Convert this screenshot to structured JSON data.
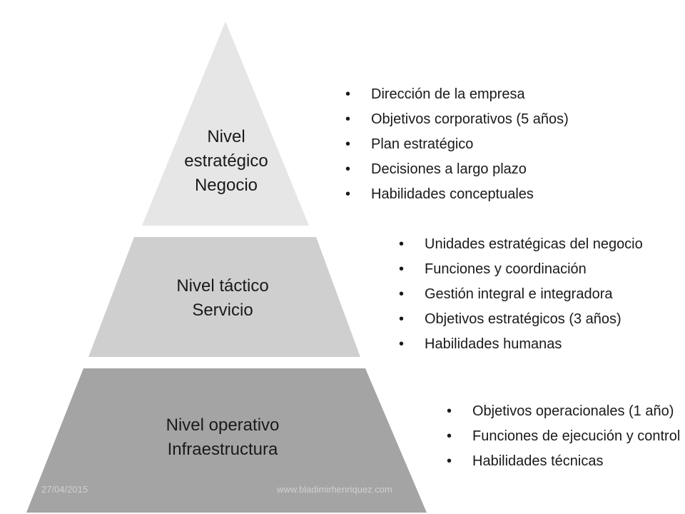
{
  "colors": {
    "top_tier": "#e6e6e6",
    "middle_tier": "#cfcfcf",
    "bottom_tier": "#a4a4a4",
    "text": "#1a1a1a",
    "footer": "#d0d0d0"
  },
  "tiers": [
    {
      "label_lines": [
        "Nivel",
        "estratégico",
        "Negocio"
      ],
      "bullets": [
        "Dirección de la empresa",
        "Objetivos corporativos (5 años)",
        "Plan estratégico",
        "Decisiones a largo plazo",
        "Habilidades conceptuales"
      ]
    },
    {
      "label_lines": [
        "Nivel táctico",
        "Servicio"
      ],
      "bullets": [
        "Unidades estratégicas del negocio",
        "Funciones y coordinación",
        "Gestión integral e integradora",
        "Objetivos estratégicos (3 años)",
        "Habilidades humanas"
      ]
    },
    {
      "label_lines": [
        "Nivel operativo",
        "Infraestructura"
      ],
      "bullets": [
        "Objetivos operacionales (1 año)",
        "Funciones de ejecución y control",
        "Habilidades técnicas"
      ]
    }
  ],
  "footer": {
    "date": "27/04/2015",
    "website": "www.bladimirhenriquez.com"
  }
}
